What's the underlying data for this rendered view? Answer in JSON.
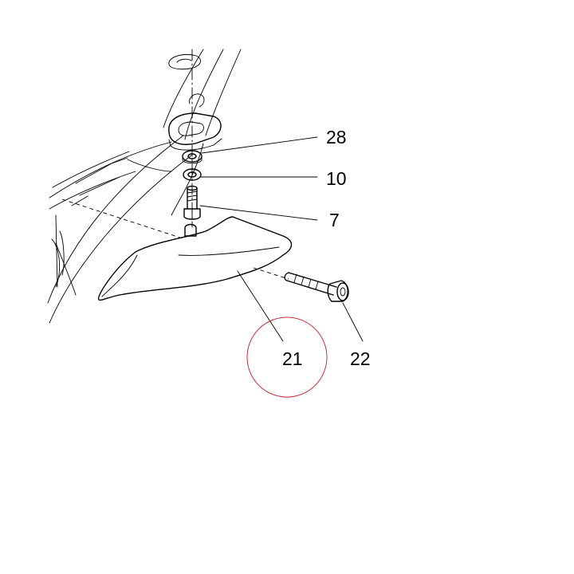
{
  "callouts": [
    {
      "id": "28",
      "label": "28"
    },
    {
      "id": "10",
      "label": "10"
    },
    {
      "id": "7",
      "label": "7"
    },
    {
      "id": "21",
      "label": "21",
      "highlighted": true
    },
    {
      "id": "22",
      "label": "22"
    }
  ],
  "colors": {
    "line": "#000000",
    "highlight_circle": "#c8323c",
    "background": "#ffffff"
  }
}
